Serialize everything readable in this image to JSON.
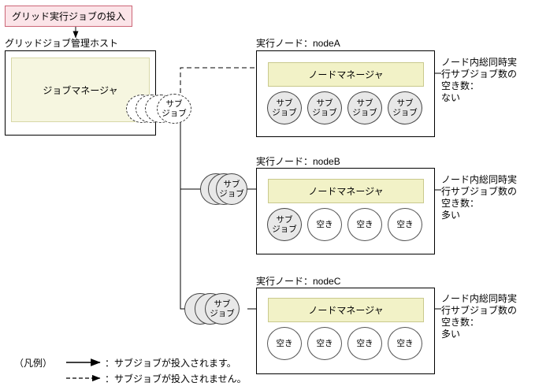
{
  "callout": {
    "text": "グリッド実行ジョブの投入"
  },
  "host": {
    "title": "グリッドジョブ管理ホスト",
    "jobmanager_label": "ジョブマネージャ",
    "subjob_label_line1": "サブ",
    "subjob_label_line2": "ジョブ"
  },
  "nodes": [
    {
      "title": "実行ノード：nodeA",
      "manager_label": "ノードマネージャ",
      "slots": [
        {
          "line1": "サブ",
          "line2": "ジョブ",
          "type": "subjob"
        },
        {
          "line1": "サブ",
          "line2": "ジョブ",
          "type": "subjob"
        },
        {
          "line1": "サブ",
          "line2": "ジョブ",
          "type": "subjob"
        },
        {
          "line1": "サブ",
          "line2": "ジョブ",
          "type": "subjob"
        }
      ],
      "note": "ノード内総同時実\n行サブジョブ数の\n空き数：\nない",
      "incoming_subjob": {
        "line1": "サブ",
        "line2": "ジョブ"
      }
    },
    {
      "title": "実行ノード：nodeB",
      "manager_label": "ノードマネージャ",
      "slots": [
        {
          "line1": "サブ",
          "line2": "ジョブ",
          "type": "subjob"
        },
        {
          "line1": "空き",
          "line2": "",
          "type": "empty"
        },
        {
          "line1": "空き",
          "line2": "",
          "type": "empty"
        },
        {
          "line1": "空き",
          "line2": "",
          "type": "empty"
        }
      ],
      "note": "ノード内総同時実\n行サブジョブ数の\n空き数：\n多い",
      "incoming_subjob": {
        "line1": "サブ",
        "line2": "ジョブ"
      }
    },
    {
      "title": "実行ノード：nodeC",
      "manager_label": "ノードマネージャ",
      "slots": [
        {
          "line1": "空き",
          "line2": "",
          "type": "empty"
        },
        {
          "line1": "空き",
          "line2": "",
          "type": "empty"
        },
        {
          "line1": "空き",
          "line2": "",
          "type": "empty"
        },
        {
          "line1": "空き",
          "line2": "",
          "type": "empty"
        }
      ],
      "note": "ノード内総同時実\n行サブジョブ数の\n空き数：\n多い",
      "incoming_subjob": {
        "line1": "サブ",
        "line2": "ジョブ"
      }
    }
  ],
  "legend": {
    "title": "（凡例）",
    "solid_text": "：サブジョブが投入されます。",
    "dashed_text": "：サブジョブが投入されません。"
  },
  "colors": {
    "callout_border": "#cc6677",
    "callout_fill": "#fbe4e8",
    "manager_fill": "#f2f2c7",
    "manager_border": "#c9c98d",
    "jobmanager_fill": "#f6f6e0",
    "subjob_fill": "#e8e8e8",
    "line": "#000000"
  }
}
